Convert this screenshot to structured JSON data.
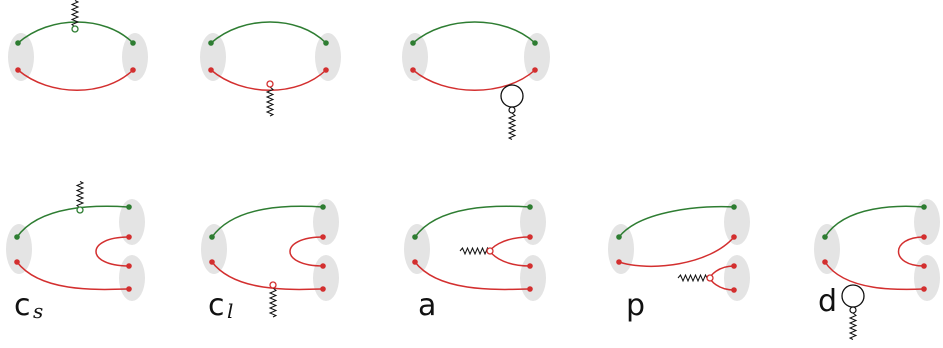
{
  "colors": {
    "green": "#2e7d32",
    "red": "#d32f2f",
    "blob": "#e4e4e4",
    "wavy": "#111111"
  },
  "labels": {
    "cs": {
      "main": "c",
      "sub": "s"
    },
    "cl": {
      "main": "c",
      "sub": "l"
    },
    "a": {
      "main": "a"
    },
    "p": {
      "main": "p"
    },
    "d": {
      "main": "d"
    }
  }
}
